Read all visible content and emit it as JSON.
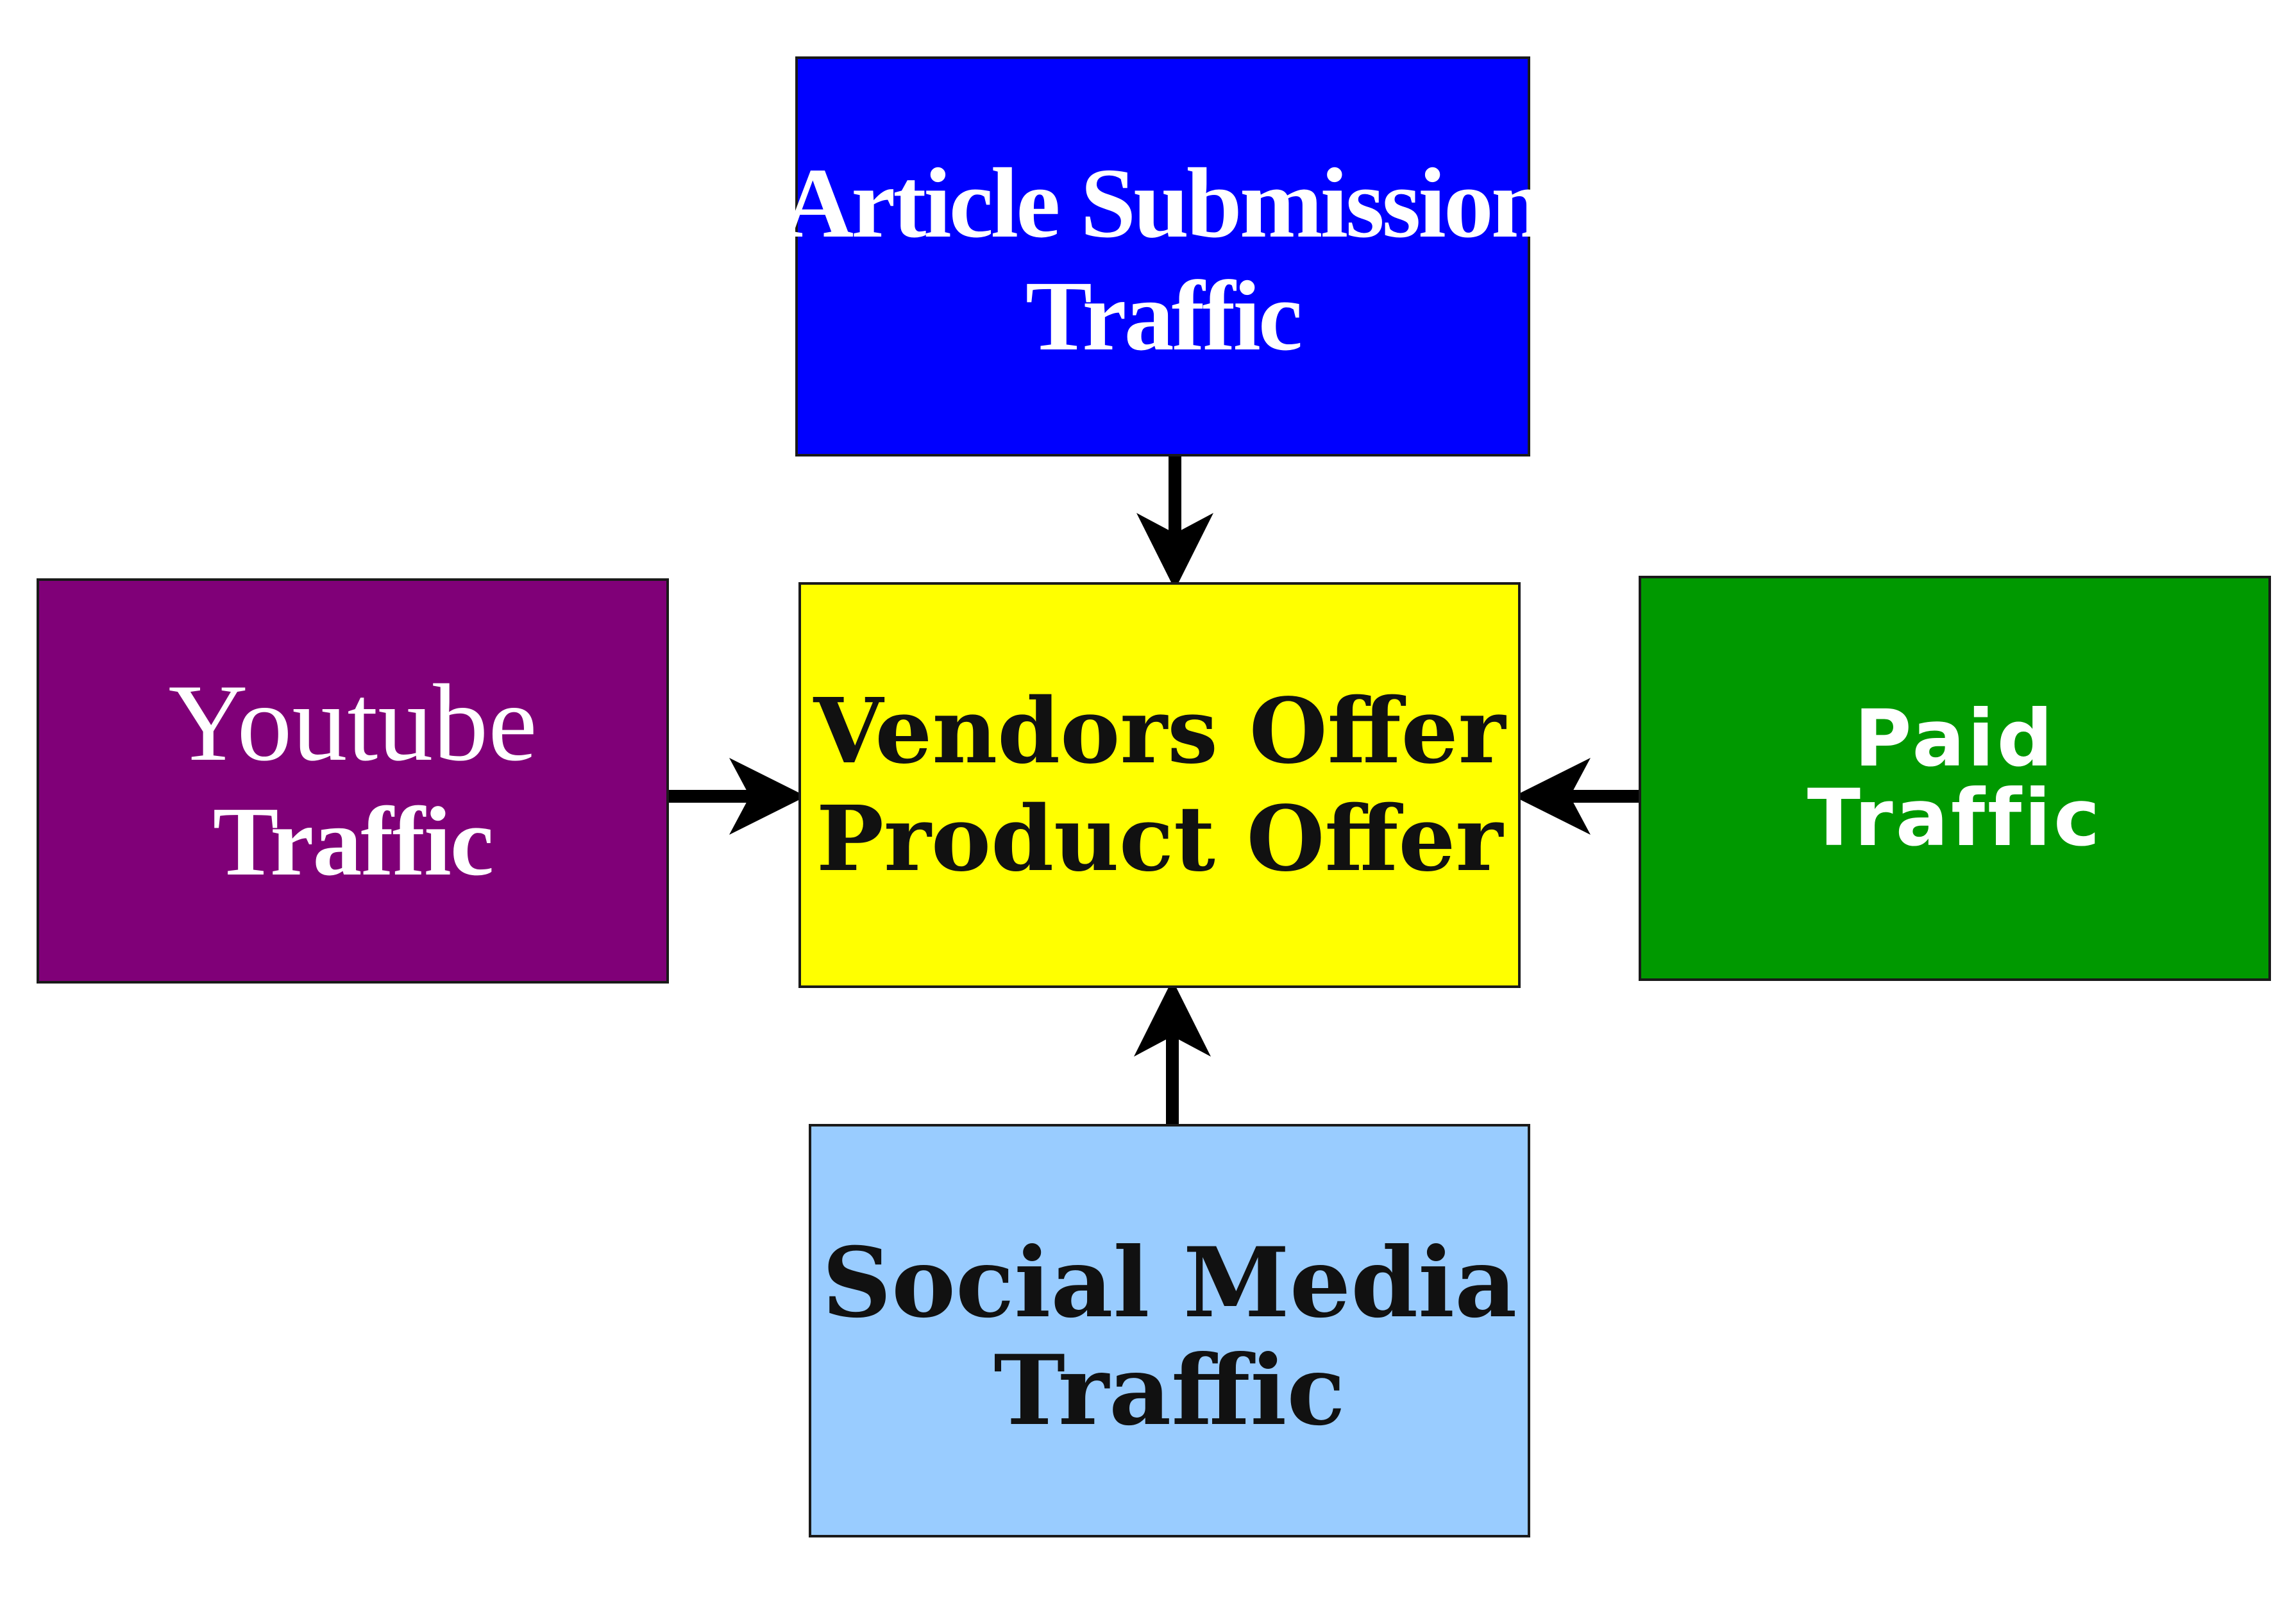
{
  "diagram": {
    "center": {
      "line1": "Vendors Offer",
      "line2": "Product Offer",
      "color": "#ffff00"
    },
    "top": {
      "line1": "Article Submission",
      "line2": "Traffic",
      "color": "#0000ff"
    },
    "left": {
      "line1": "Youtube",
      "line2": "Traffic",
      "color": "#800078"
    },
    "right": {
      "line1": "Paid",
      "line2": "Traffic",
      "color": "#009900"
    },
    "bottom": {
      "line1": "Social Media",
      "line2": "Traffic",
      "color": "#99ccff"
    },
    "arrow_color": "#000000"
  }
}
